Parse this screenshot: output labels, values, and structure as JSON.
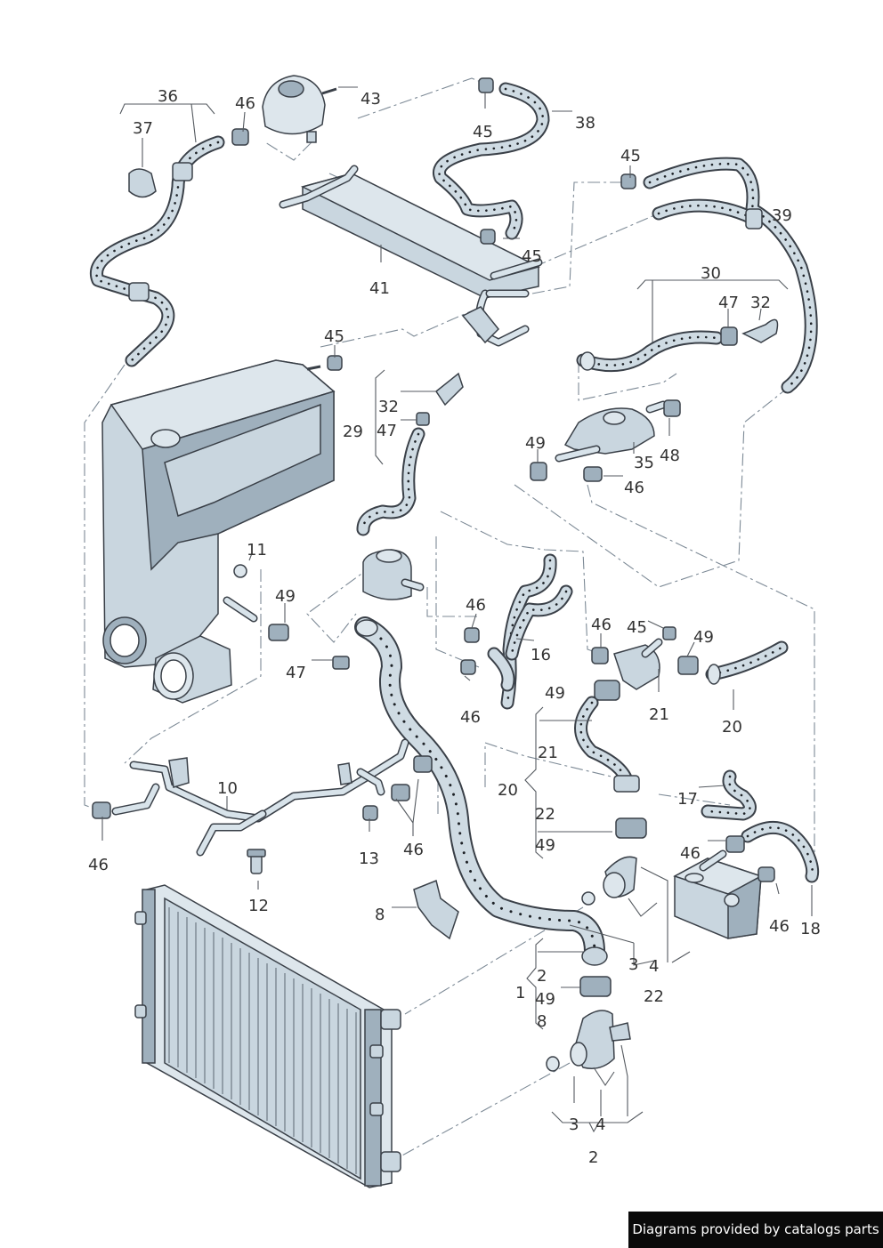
{
  "labels": {
    "l36": "36",
    "l46a": "46",
    "l43": "43",
    "l38": "38",
    "l37": "37",
    "l45a": "45",
    "l45b": "45",
    "l39": "39",
    "l45c": "45",
    "l41": "41",
    "l30": "30",
    "l47a": "47",
    "l32a": "32",
    "l45d": "45",
    "l32b": "32",
    "l29": "29",
    "l47b": "47",
    "l49a": "49",
    "l35": "35",
    "l48": "48",
    "l46b": "46",
    "l11": "11",
    "l49b": "49",
    "l46c": "46",
    "l46d": "46",
    "l45e": "45",
    "l49c": "49",
    "l16": "16",
    "l47c": "47",
    "l46e": "46",
    "l21a": "21",
    "l49d": "49",
    "l20a": "20",
    "l21b": "21",
    "l20b": "20",
    "l10": "10",
    "l17": "17",
    "l22a": "22",
    "l46f": "46",
    "l49e": "49",
    "l13": "13",
    "l46g": "46",
    "l46h": "46",
    "l18": "18",
    "l12": "12",
    "l8a": "8",
    "l46i": "46",
    "l3a": "3",
    "l4a": "4",
    "l2a": "2",
    "l1": "1",
    "l22b": "22",
    "l49f": "49",
    "l8b": "8",
    "l3b": "3",
    "l4b": "4",
    "l2b": "2"
  },
  "footer": {
    "text": "Diagrams provided by catalogs parts"
  }
}
